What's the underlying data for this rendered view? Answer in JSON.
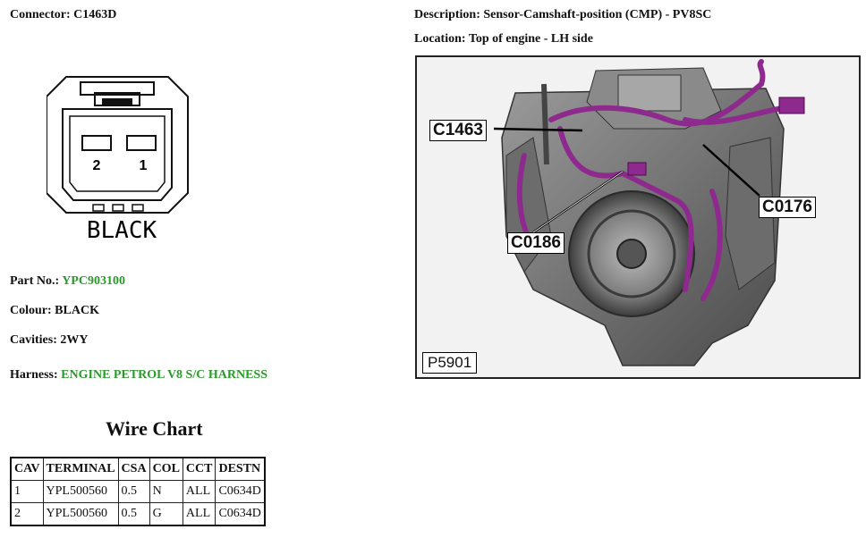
{
  "connector": {
    "label": "Connector:",
    "value": "C1463D",
    "pin_labels": [
      "2",
      "1"
    ],
    "color_label": "BLACK"
  },
  "description": {
    "label": "Description:",
    "value": "Sensor-Camshaft-position (CMP) - PV8SC"
  },
  "location": {
    "label": "Location:",
    "value": "Top of engine - LH side"
  },
  "part_no": {
    "label": "Part No.:",
    "value": "YPC903100"
  },
  "colour": {
    "label": "Colour:",
    "value": "BLACK"
  },
  "cavities": {
    "label": "Cavities:",
    "value": "2WY"
  },
  "harness": {
    "label": "Harness:",
    "value": "ENGINE PETROL V8 S/C HARNESS"
  },
  "wire_chart": {
    "title": "Wire Chart",
    "headers": [
      "CAV",
      "TERMINAL",
      "CSA",
      "COL",
      "CCT",
      "DESTN"
    ],
    "rows": [
      [
        "1",
        "YPL500560",
        "0.5",
        "N",
        "ALL",
        "C0634D"
      ],
      [
        "2",
        "YPL500560",
        "0.5",
        "G",
        "ALL",
        "C0634D"
      ]
    ]
  },
  "engine_image": {
    "callouts": [
      "C1463",
      "C0176",
      "C0186"
    ],
    "figure_id": "P5901",
    "harness_color": "#8e2a8e"
  }
}
